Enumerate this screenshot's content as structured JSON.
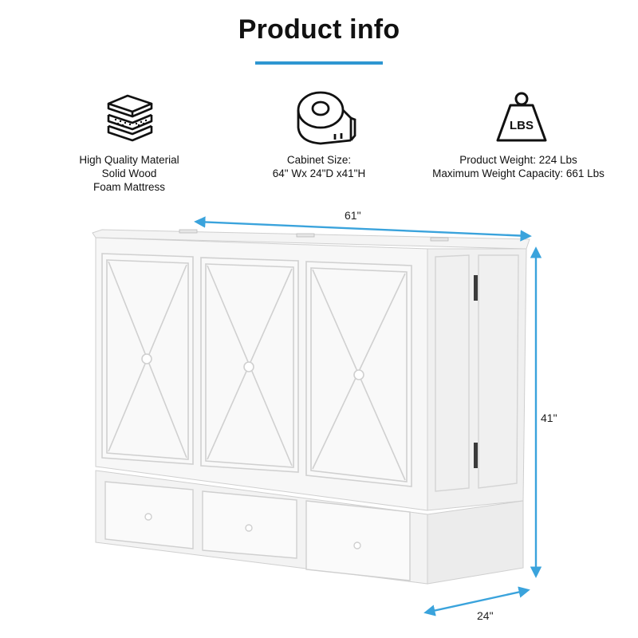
{
  "header": {
    "title": "Product info"
  },
  "features": [
    {
      "icon": "layers-material-icon",
      "lines": [
        "High Quality Material",
        "Solid Wood",
        "Foam Mattress"
      ]
    },
    {
      "icon": "tape-measure-icon",
      "lines": [
        "Cabinet Size:",
        "64\" Wx 24\"D x41\"H"
      ]
    },
    {
      "icon": "weight-lbs-icon",
      "icon_text": "LBS",
      "lines": [
        "Product Weight: 224 Lbs",
        "Maximum Weight Capacity: 661 Lbs"
      ]
    }
  ],
  "dimensions": {
    "width": "61\"",
    "height": "41\"",
    "depth": "24\""
  },
  "colors": {
    "accent": "#2e96d1",
    "dimension_line": "#3aa3dc",
    "cabinet": "#f7f7f7",
    "cabinet_edge": "#c8c8c8"
  }
}
